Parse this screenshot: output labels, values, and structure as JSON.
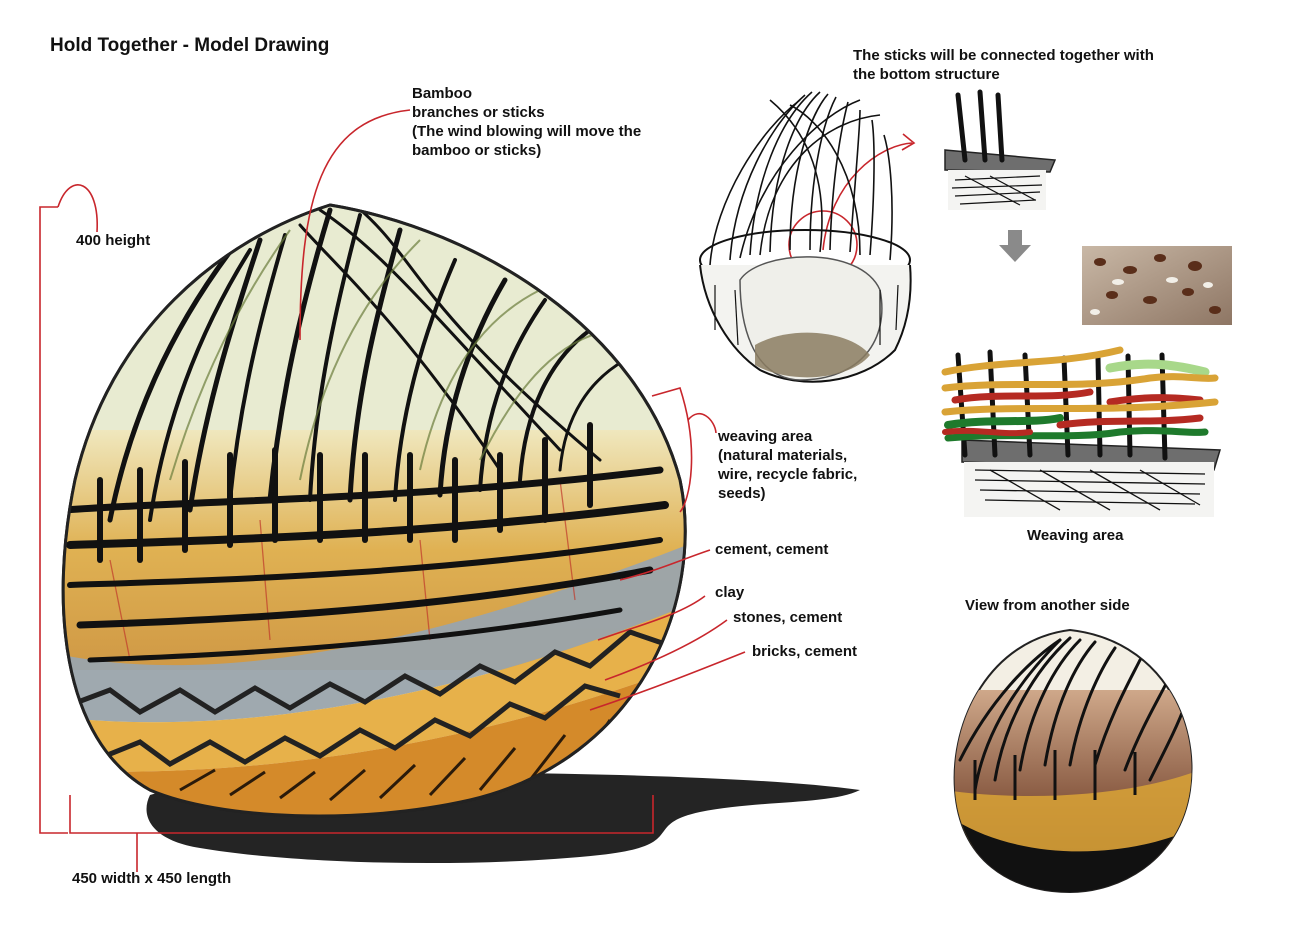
{
  "title": "Hold Together - Model Drawing",
  "labels": {
    "bamboo_1": "Bamboo",
    "bamboo_2": "branches or sticks",
    "bamboo_3": "(The wind blowing will move the",
    "bamboo_4": "bamboo or sticks)",
    "height": "400 height",
    "weaving_1": "weaving area",
    "weaving_2": "(natural materials,",
    "weaving_3": "wire, recycle fabric,",
    "weaving_4": "seeds)",
    "cement": "cement,  cement",
    "clay": "clay",
    "stones": "stones, cement",
    "bricks": "bricks, cement",
    "width": "450 width x 450 length",
    "sticks_1": "The sticks will be connected together with",
    "sticks_2": "the bottom structure",
    "weaving_area_caption": "Weaving area",
    "view_other_side": "View from another side"
  },
  "colors": {
    "annotation_line": "#c8262c",
    "ink": "#111111",
    "ochre": "#d9a336",
    "grey_band": "#9aa4ac",
    "weave_red": "#b52a22",
    "weave_green": "#1e7a2c",
    "weave_light_green": "#a8d88a",
    "arrow_grey": "#8a8a8a"
  }
}
